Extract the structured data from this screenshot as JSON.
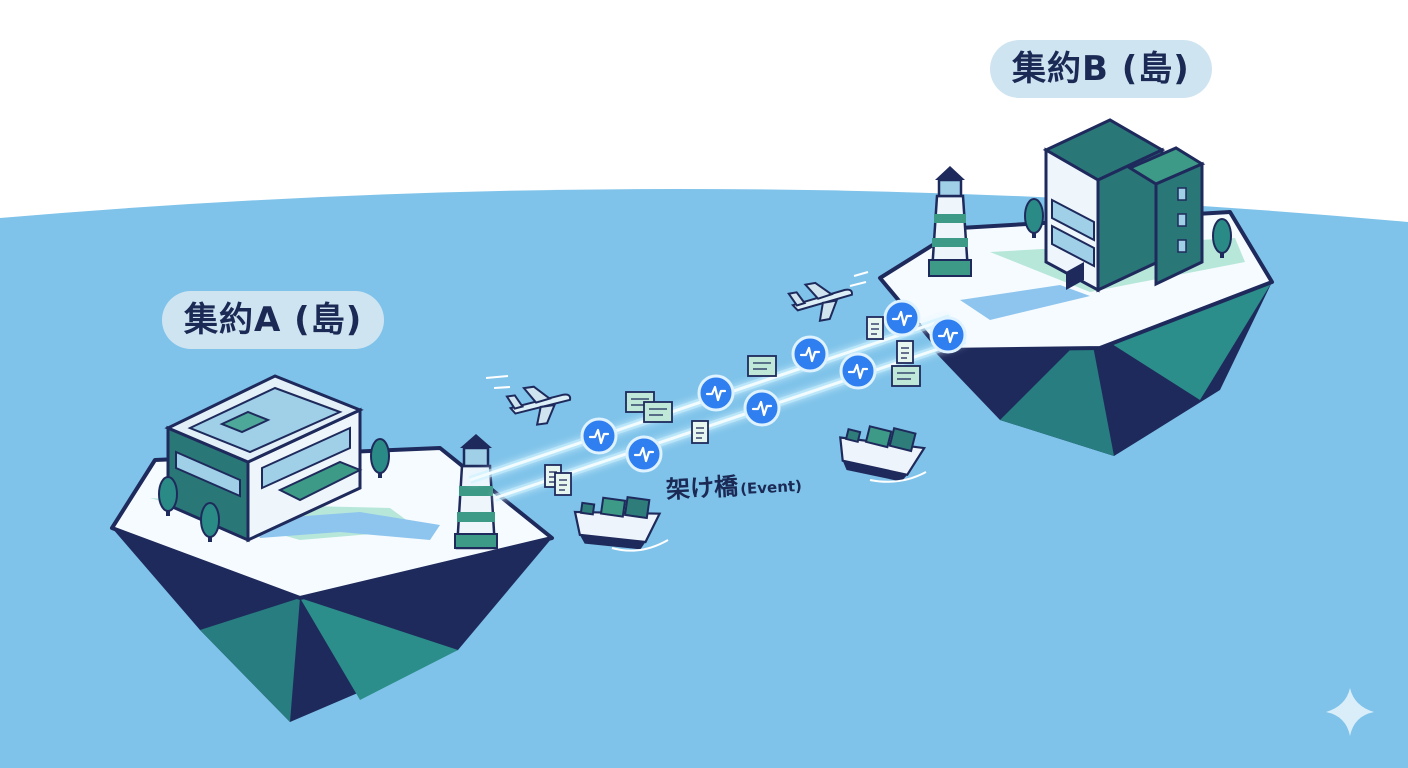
{
  "islands": {
    "a": {
      "label": "集約A (島)"
    },
    "b": {
      "label": "集約B (島)"
    }
  },
  "bridge": {
    "label_main": "架け橋",
    "label_sub": "(Event)"
  },
  "colors": {
    "sea": "#7fc3ea",
    "bridge_glow": "#dff6ff",
    "event_node": "#2f7ff0",
    "island_dark": "#1f2a5c",
    "island_teal": "#277d80",
    "label_bg": "#cfe4f1"
  }
}
